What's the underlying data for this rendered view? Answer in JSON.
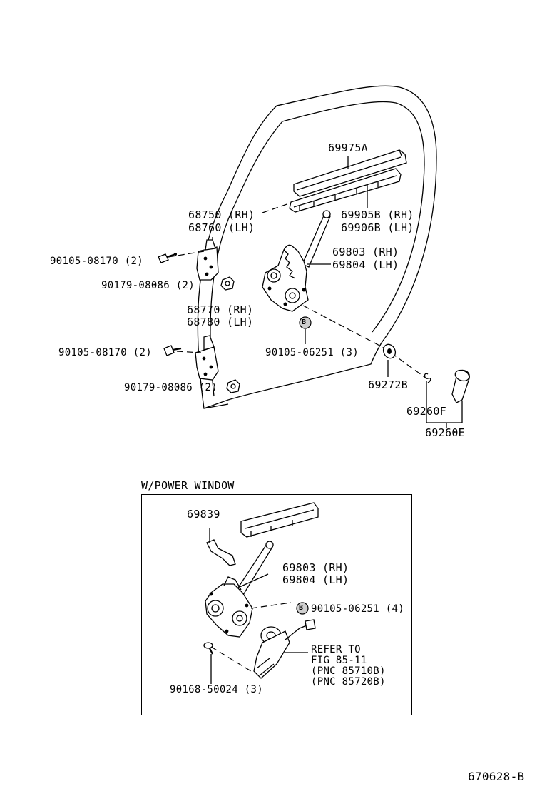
{
  "labels": {
    "channel_upper": "69975A",
    "hinge_upper_rh": "68750 (RH)",
    "hinge_upper_lh": "68760 (LH)",
    "channel_lower_rh": "69905B (RH)",
    "channel_lower_lh": "69906B (LH)",
    "bolt_upper_qty": "90105-08170 (2)",
    "regulator_rh": "69803 (RH)",
    "regulator_lh": "69804 (LH)",
    "nut_upper_qty": "90179-08086 (2)",
    "hinge_lower_rh": "68770 (RH)",
    "hinge_lower_lh": "68780 (LH)",
    "bolt_lower_qty": "90105-08170 (2)",
    "bolt_b_main_marker": "B",
    "bolt_b_main": "90105-06251 (3)",
    "nut_lower_qty": "90179-08086 (2)",
    "clip": "69272B",
    "handle_clip": "69260F",
    "handle": "69260E"
  },
  "inset": {
    "title": "W/POWER WINDOW",
    "bracket": "69839",
    "regulator_rh": "69803 (RH)",
    "regulator_lh": "69804 (LH)",
    "bolt_b_marker": "B",
    "bolt_b": "90105-06251 (4)",
    "refer_line1": "REFER TO",
    "refer_line2": "FIG 85-11",
    "refer_line3": "(PNC 85710B)",
    "refer_line4": "(PNC 85720B)",
    "screw": "90168-50024 (3)"
  },
  "figure_code": "670628-B"
}
